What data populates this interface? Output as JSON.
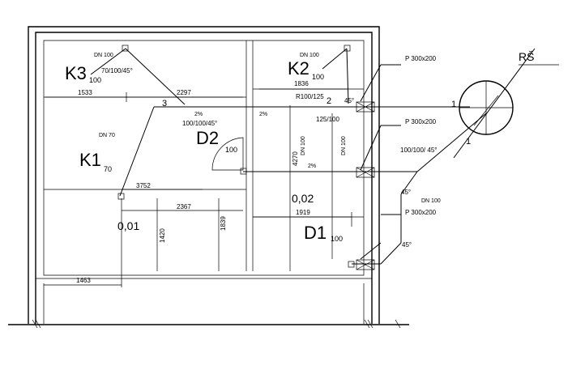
{
  "labels": {
    "k3": "K3",
    "k3_sub": "100",
    "k2": "K2",
    "k2_sub": "100",
    "k1": "K1",
    "k1_sub": "70",
    "d2": "D2",
    "d2_sub": "100",
    "d1": "D1",
    "d1_sub": "100",
    "rs": "RŠ"
  },
  "pipes": {
    "dn100_a": "DN 100",
    "dn100_b": "DN 100",
    "dn100_c": "DN 100",
    "dn100_v1": "DN 100",
    "dn100_v2": "DN 100",
    "dn70": "DN 70",
    "bend_k3": "70/100/45°",
    "bend_mid": "100/100/45°",
    "bend_right": "100/100/ 45°",
    "r100_125": "R100/125",
    "red_125_100": "125/100",
    "slope_1": "2%",
    "slope_2": "2%",
    "slope_3": "2%",
    "angle_1": "45°",
    "angle_2": "45°",
    "angle_3": "45°",
    "p300_1": "P 300x200",
    "p300_2": "P 300x200",
    "p300_3": "P 300x200",
    "num_3": "3",
    "num_2": "2",
    "num_1a": "1",
    "num_1b": "1"
  },
  "dimensions": {
    "d1533": "1533",
    "d2297": "2297",
    "d1836": "1836",
    "d3752": "3752",
    "d2367": "2367",
    "d1919": "1919",
    "d1463": "1463",
    "d1420": "1420",
    "d1839": "1839",
    "d4270": "4270"
  },
  "levels": {
    "l001": "0,01",
    "l002": "0,02"
  }
}
